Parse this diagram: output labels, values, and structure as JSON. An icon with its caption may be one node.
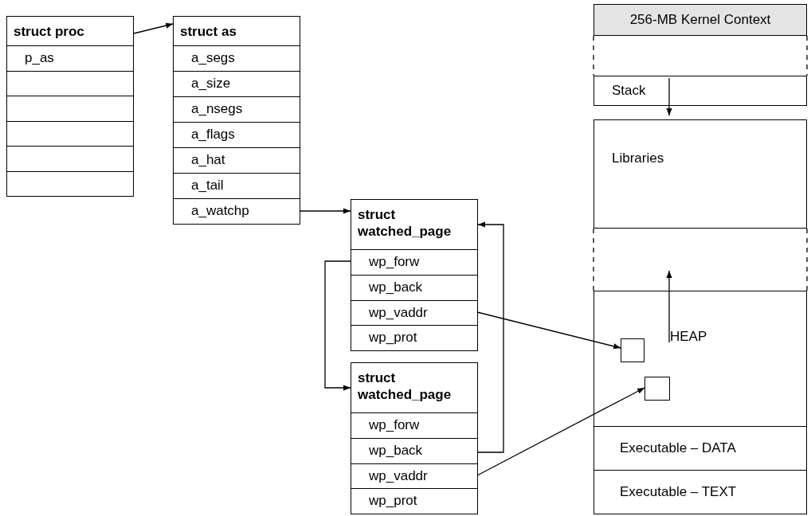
{
  "diagram": {
    "nodes": [
      {
        "text": [
          "struct proc"
        ]
      },
      {
        "text": [
          "p_as"
        ],
        "in": 0
      },
      {
        "text": [],
        "shape": "box",
        "in": 0
      },
      {
        "text": [],
        "shape": "box",
        "in": 0
      },
      {
        "text": [],
        "shape": "box",
        "in": 0
      },
      {
        "text": [],
        "shape": "box",
        "in": 0
      },
      {
        "text": [],
        "shape": "box",
        "in": 0
      },
      {
        "text": [
          "struct as"
        ]
      },
      {
        "text": [
          "a_segs"
        ],
        "in": 7
      },
      {
        "text": [
          "a_size"
        ],
        "in": 7
      },
      {
        "text": [
          "a_nsegs"
        ],
        "in": 7
      },
      {
        "text": [
          "a_flags"
        ],
        "in": 7
      },
      {
        "text": [
          "a_hat"
        ],
        "in": 7
      },
      {
        "text": [
          "a_tail"
        ],
        "in": 7
      },
      {
        "text": [
          "a_watchp"
        ],
        "in": 7
      },
      {
        "text": [
          "struct watched_page"
        ]
      },
      {
        "text": [
          "wp_forw"
        ],
        "in": 15
      },
      {
        "text": [
          "wp_back"
        ],
        "in": 15
      },
      {
        "text": [
          "wp_vaddr"
        ],
        "in": 15
      },
      {
        "text": [
          "wp_prot"
        ],
        "in": 15
      },
      {
        "text": [
          "struct watched_page"
        ]
      },
      {
        "text": [
          "wp_forw"
        ],
        "in": 20
      },
      {
        "text": [
          "wp_back"
        ],
        "in": 20
      },
      {
        "text": [
          "wp_vaddr"
        ],
        "in": 20
      },
      {
        "text": [
          "wp_prot"
        ],
        "in": 20
      },
      {
        "text": [
          "256-MB Kernel Context"
        ]
      },
      {
        "text": [
          "Stack"
        ]
      },
      {
        "text": [
          "Libraries"
        ]
      },
      {
        "text": [
          "HEAP"
        ]
      },
      {
        "text": [],
        "shape": "box",
        "in": 28
      },
      {
        "text": [],
        "shape": "box",
        "in": 28
      },
      {
        "text": [
          "Executable – DATA"
        ]
      },
      {
        "text": [
          "Executable – TEXT"
        ]
      }
    ],
    "edges": [
      {
        "from": 0,
        "to": 7,
        "arrow": "to"
      },
      {
        "from": 14,
        "to": 15,
        "arrow": "to"
      },
      {
        "from": 16,
        "to": 20,
        "arrow": "to"
      },
      {
        "from": 22,
        "to": 15,
        "arrow": "to"
      },
      {
        "from": 18,
        "to": 29,
        "arrow": "to"
      },
      {
        "from": 23,
        "to": 30,
        "arrow": "to"
      }
    ]
  }
}
